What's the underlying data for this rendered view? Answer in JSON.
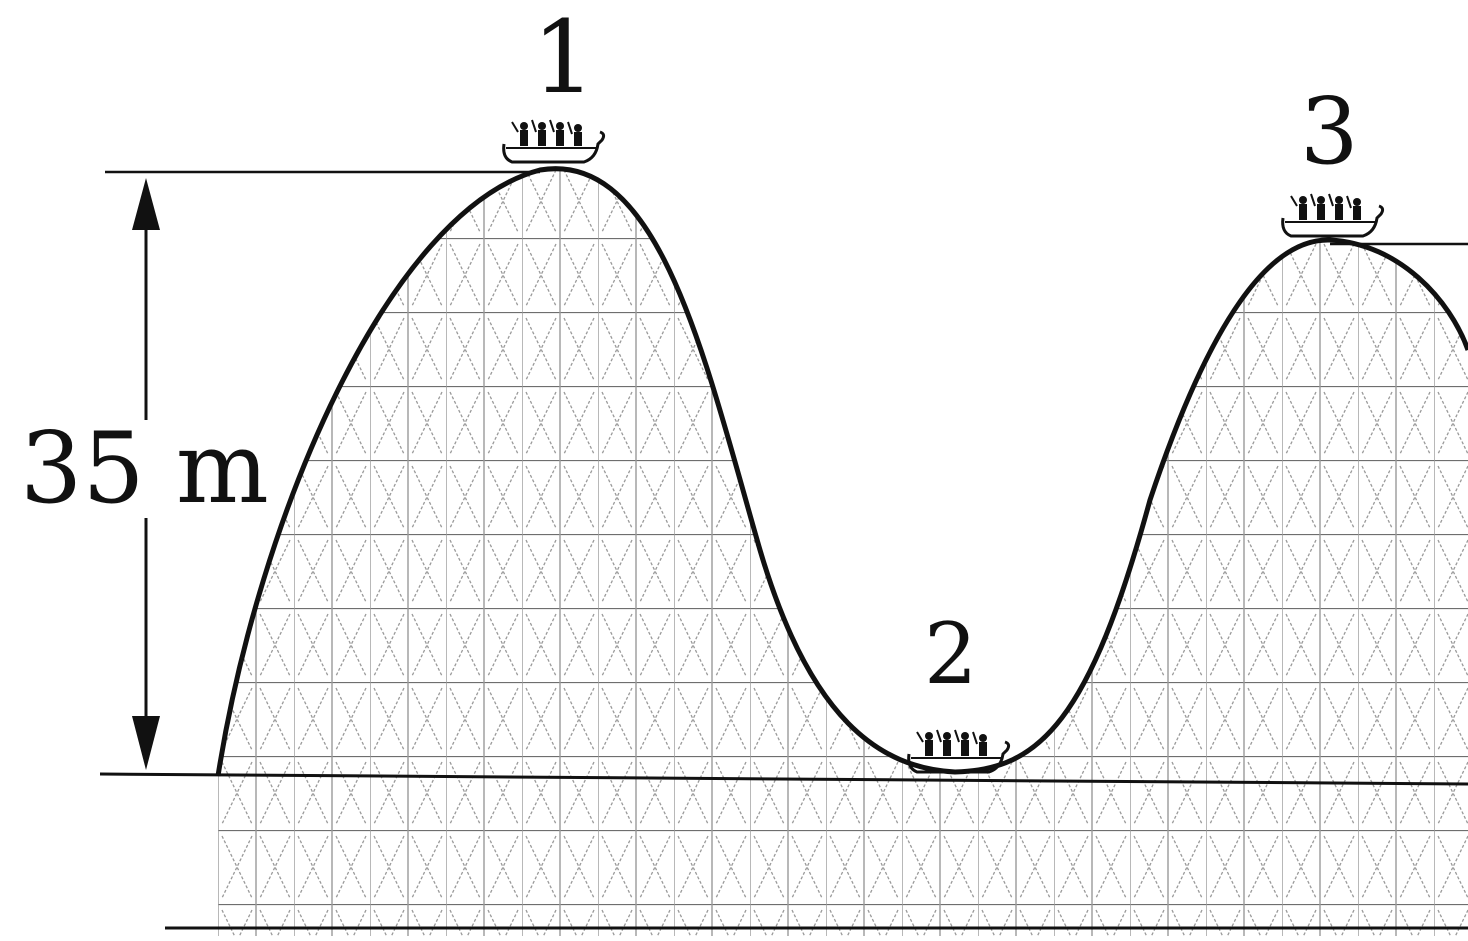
{
  "diagram": {
    "points": [
      {
        "id": "1",
        "label": "1"
      },
      {
        "id": "2",
        "label": "2"
      },
      {
        "id": "3",
        "label": "3"
      }
    ],
    "height_dimension": {
      "label": "35 m",
      "value": 35,
      "unit": "m"
    },
    "colors": {
      "ink": "#111111",
      "lattice": "#8a8a8a",
      "background": "#ffffff"
    }
  }
}
